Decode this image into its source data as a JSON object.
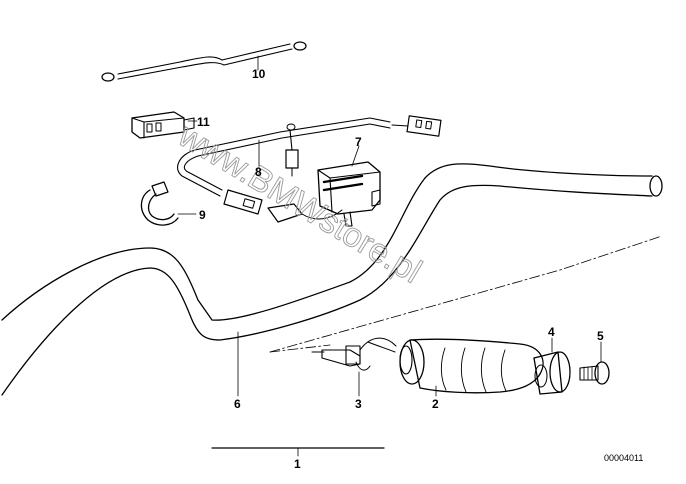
{
  "diagram": {
    "watermark": "www.BMWstore.pl",
    "part_number": "00004011",
    "callouts": {
      "c1": "1",
      "c2": "2",
      "c3": "3",
      "c4": "4",
      "c5": "5",
      "c6": "6",
      "c7": "7",
      "c8": "8",
      "c9": "9",
      "c10": "10",
      "c11": "11"
    },
    "colors": {
      "line": "#000000",
      "watermark": "#9a9a9a",
      "background": "#ffffff"
    }
  }
}
